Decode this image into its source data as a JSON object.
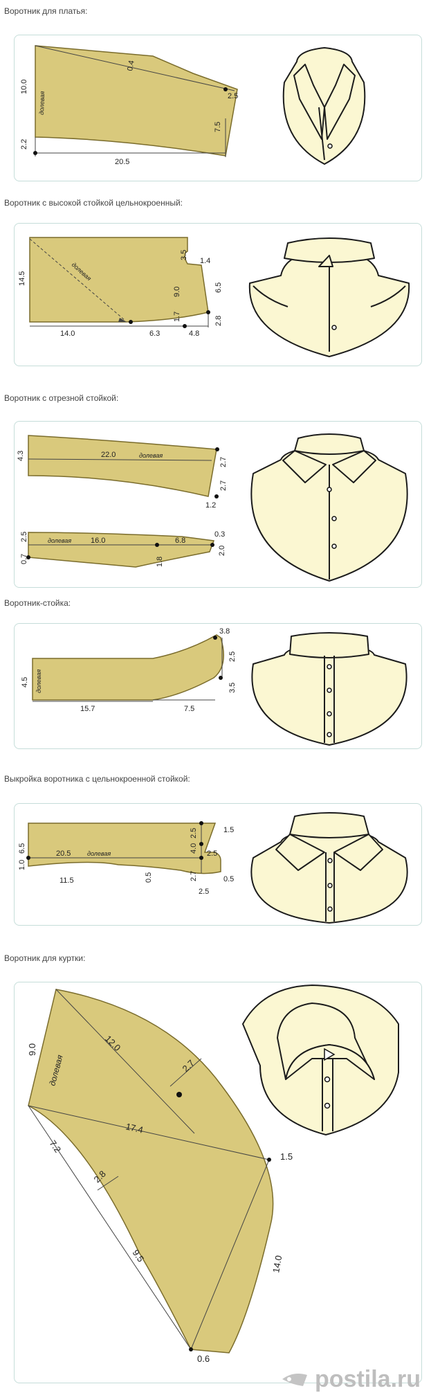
{
  "sections": [
    {
      "title": "Воротник для платья:",
      "labels": {
        "a": "10.0",
        "b": "2.2",
        "c": "0.4",
        "d": "2.5",
        "e": "7.5",
        "f": "20.5",
        "grain": "долевая"
      }
    },
    {
      "title": "Воротник с высокой стойкой цельнокроенный:",
      "labels": {
        "a": "14.5",
        "b": "3.5",
        "c": "1.4",
        "d": "9.0",
        "e": "6.5",
        "f": "1.7",
        "g": "2.8",
        "h": "14.0",
        "i": "6.3",
        "j": "4.8",
        "grain": "долевая"
      }
    },
    {
      "title": "Воротник с отрезной стойкой:",
      "labels": {
        "a": "4.3",
        "b": "22.0",
        "c": "2.7",
        "d": "2.7",
        "e": "1.2",
        "f": "0.3",
        "g": "2.5",
        "h": "16.0",
        "i": "6.8",
        "j": "2.0",
        "k": "0.7",
        "l": "1.8",
        "grain1": "долевая",
        "grain2": "долевая"
      }
    },
    {
      "title": "Воротник-стойка:",
      "labels": {
        "a": "4.5",
        "b": "3.8",
        "c": "2.5",
        "d": "3.5",
        "e": "15.7",
        "f": "7.5",
        "grain": "долевая"
      }
    },
    {
      "title": "Выкройка воротника с цельнокроенной стойкой:",
      "labels": {
        "a": "6.5",
        "b": "1.0",
        "c": "20.5",
        "d": "2.5",
        "e": "4.0",
        "f": "1.5",
        "g": "2.5",
        "h": "2.7",
        "i": "0.5",
        "j": "0.5",
        "k": "11.5",
        "l": "2.5",
        "grain": "долевая"
      }
    },
    {
      "title": "Воротник для куртки:",
      "labels": {
        "a": "9.0",
        "b": "12.0",
        "c": "2.7",
        "d": "17.4",
        "e": "1.5",
        "f": "7.2",
        "g": "2.8",
        "h": "9.5",
        "i": "14.0",
        "j": "0.6",
        "grain": "долевая"
      }
    }
  ],
  "watermark": "postila.ru",
  "colors": {
    "fabric": "#d9c97c",
    "illustration": "#fbf7d2",
    "panel_border": "#c5ddd9"
  }
}
